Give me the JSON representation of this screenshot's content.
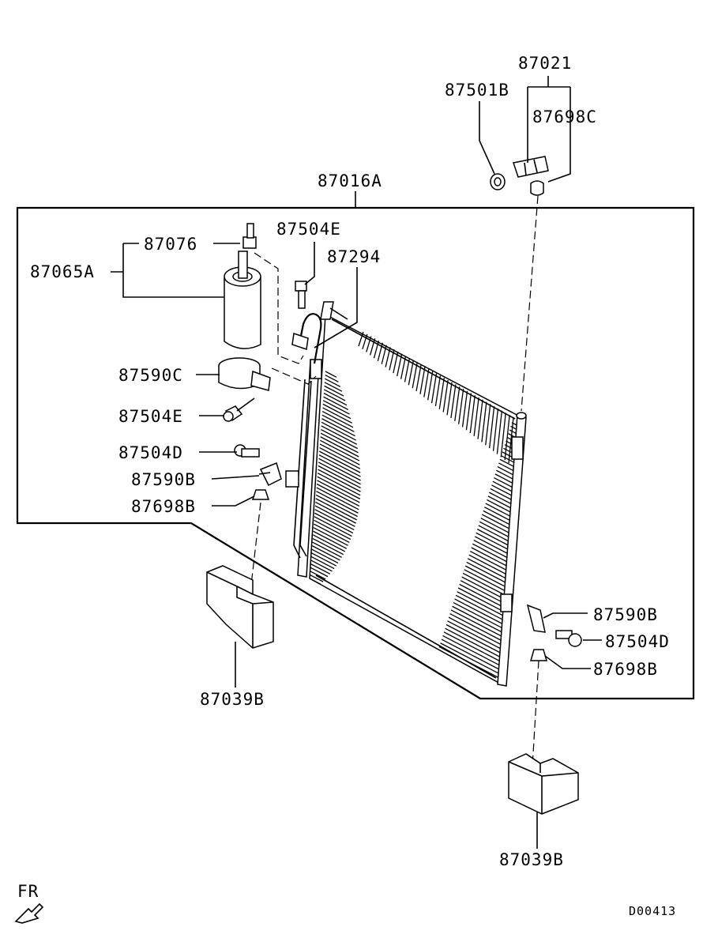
{
  "diagram_id": "D00413",
  "orientation_label": "FR",
  "labels": {
    "p87021": "87021",
    "p87501B": "87501B",
    "p87698C": "87698C",
    "p87016A": "87016A",
    "p87076": "87076",
    "p87065A": "87065A",
    "p87504E_top": "87504E",
    "p87294": "87294",
    "p87590C": "87590C",
    "p87504E_left": "87504E",
    "p87504D_left": "87504D",
    "p87590B_left": "87590B",
    "p87698B_left": "87698B",
    "p87039B_left": "87039B",
    "p87590B_right": "87590B",
    "p87504D_right": "87504D",
    "p87698B_right": "87698B",
    "p87039B_bottom": "87039B"
  }
}
